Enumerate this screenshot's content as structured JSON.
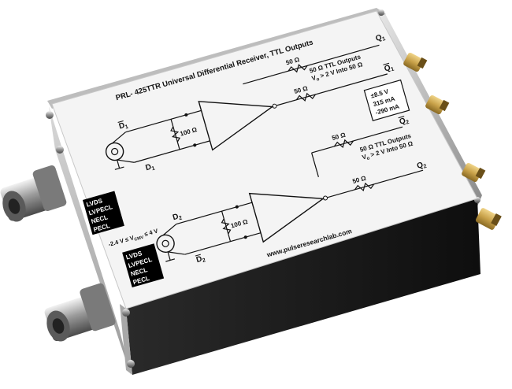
{
  "label": {
    "title": "PRL- 425TTR   Universal Differential Receiver, TTL Outputs",
    "ch1": {
      "q": "Q",
      "q_sub": "1",
      "qbar": "Q",
      "qbar_sub": "1",
      "dbar": "D",
      "dbar_sub": "1",
      "d": "D",
      "d_sub": "1",
      "r_out_top": "50 Ω",
      "r_out_bottom": "50 Ω",
      "r_term": "100 Ω",
      "ttl_line1": "50 Ω TTL Outputs",
      "ttl_line2_pre": "V",
      "ttl_line2_sub": "o",
      "ttl_line2_post": " > 2 V Into 50 Ω"
    },
    "ch2": {
      "q": "Q",
      "q_sub": "2",
      "qbar": "Q",
      "qbar_sub": "2",
      "dbar": "D",
      "dbar_sub": "2",
      "d": "D",
      "d_sub": "2",
      "r_out_top": "50 Ω",
      "r_out_bottom": "50 Ω",
      "r_term": "100 Ω",
      "ttl_line1": "50 Ω TTL Outputs",
      "ttl_line2_pre": "V",
      "ttl_line2_sub": "o",
      "ttl_line2_post": " > 2 V Into 50 Ω"
    },
    "power": [
      "±8.5 V",
      "315 mA",
      "-290 mA"
    ],
    "logic_families_1": [
      "LVDS",
      "LVPECL",
      "NECL",
      "PECL"
    ],
    "logic_families_2": [
      "LVDS",
      "LVPECL",
      "NECL",
      "PECL"
    ],
    "cmv_range": "-2.4 V ≤ V",
    "cmv_sub": "CMV",
    "cmv_range_post": " ≤ 4 V",
    "website": "www.pulseresearchlab.com"
  },
  "colors": {
    "label_bg": "#f4f4f4",
    "enclosure_dark": "#1a1a1a",
    "aluminum": "#c9c9c9",
    "gold": "#c9a24a"
  }
}
